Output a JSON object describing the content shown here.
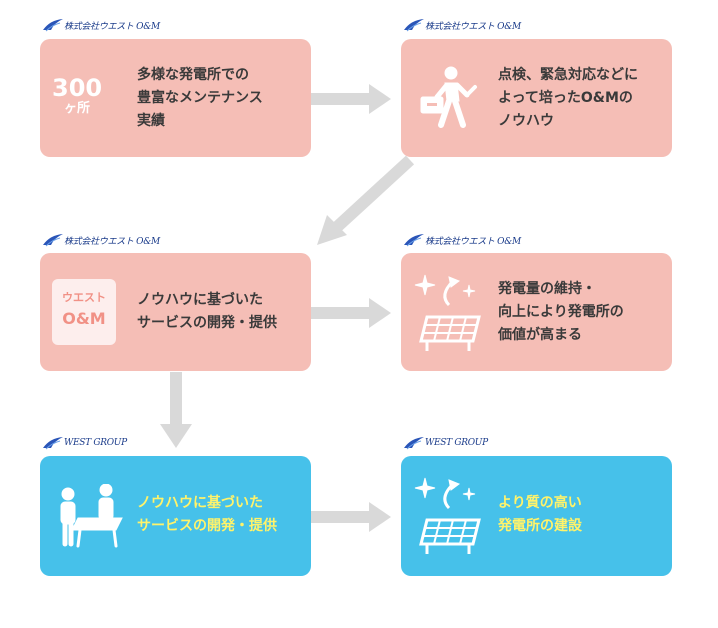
{
  "logos": {
    "om": "株式会社ウエスト O&M",
    "group": "WEST GROUP"
  },
  "boxes": {
    "b1": {
      "num": "300",
      "unit": "ヶ所",
      "text": "多様な発電所での\n豊富なメンテナンス\n実績"
    },
    "b2": {
      "text": "点検、緊急対応などに\nよって培ったO&Mの\nノウハウ",
      "icon": "worker-with-toolbox-icon"
    },
    "b3": {
      "badge_line1": "ウエスト",
      "badge_line2": "O&M",
      "text": "ノウハウに基づいた\nサービスの開発・提供"
    },
    "b4": {
      "text": "発電量の維持・\n向上により発電所の\n価値が高まる",
      "icon": "solar-panel-sparkle-icon"
    },
    "b5": {
      "text": "ノウハウに基づいた\nサービスの開発・提供",
      "icon": "people-meeting-icon"
    },
    "b6": {
      "text": "より質の高い\n発電所の建設",
      "icon": "solar-panel-sparkle-icon"
    }
  },
  "colors": {
    "pink_box": "#f5beb6",
    "blue_box": "#46c1ea",
    "arrow": "#d9d9d9",
    "pink_text": "#3a3a3a",
    "blue_text": "#fff36a"
  }
}
